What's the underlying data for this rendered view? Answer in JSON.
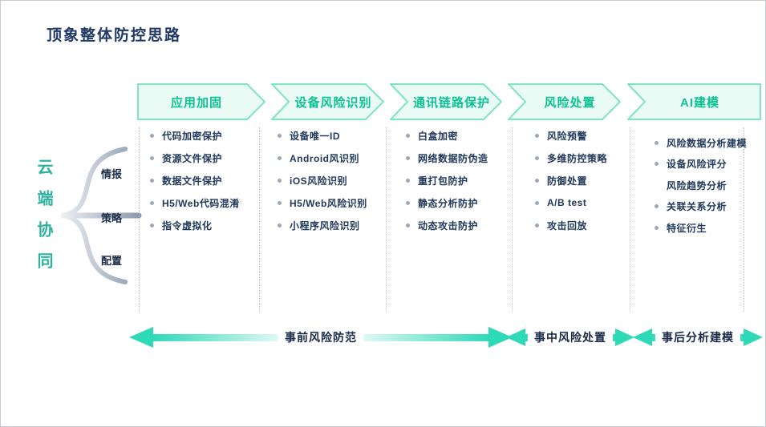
{
  "page": {
    "title": "顶象整体防控思路"
  },
  "cloud": {
    "label": "云端协同",
    "branches": [
      "情报",
      "策略",
      "配置"
    ]
  },
  "columns": [
    {
      "header": "应用加固",
      "items": [
        {
          "label": "代码加密保护"
        },
        {
          "label": "资源文件保护"
        },
        {
          "label": "数据文件保护"
        },
        {
          "label": "H5/Web代码混淆"
        },
        {
          "label": "指令虚拟化"
        }
      ]
    },
    {
      "header": "设备风险识别",
      "items": [
        {
          "label": "设备唯一ID"
        },
        {
          "label": "Android风识别"
        },
        {
          "label": "iOS风险识别"
        },
        {
          "label": "H5/Web风险识别"
        },
        {
          "label": "小程序风险识别"
        }
      ]
    },
    {
      "header": "通讯链路保护",
      "items": [
        {
          "label": "白盒加密"
        },
        {
          "label": "网络数据防伪造"
        },
        {
          "label": "重打包防护"
        },
        {
          "label": "静态分析防护"
        },
        {
          "label": "动态攻击防护"
        }
      ]
    },
    {
      "header": "风险处置",
      "items": [
        {
          "label": "风险预警"
        },
        {
          "label": "多维防控策略"
        },
        {
          "label": "防御处置"
        },
        {
          "label": "A/B test"
        },
        {
          "label": "攻击回放"
        }
      ]
    },
    {
      "header": "AI建模",
      "items": [
        {
          "label": "风险数据分析建模"
        },
        {
          "label": "设备风险评分"
        },
        {
          "label": "风险趋势分析",
          "bullet": false
        },
        {
          "label": "关联关系分析"
        },
        {
          "label": "特征衍生"
        }
      ]
    }
  ],
  "phases": [
    {
      "label": "事前风险防范"
    },
    {
      "label": "事中风险处置"
    },
    {
      "label": "事后分析建模"
    }
  ],
  "colors": {
    "header_text": "#0ec193",
    "header_border": "#7fe3c6",
    "header_fill": "#eafaf4",
    "arrow_teal": "#2ed9b7",
    "text_navy": "#1f3864",
    "cloud_teal": "#2eb2a0",
    "bullet_gray": "#9fa8b6"
  }
}
